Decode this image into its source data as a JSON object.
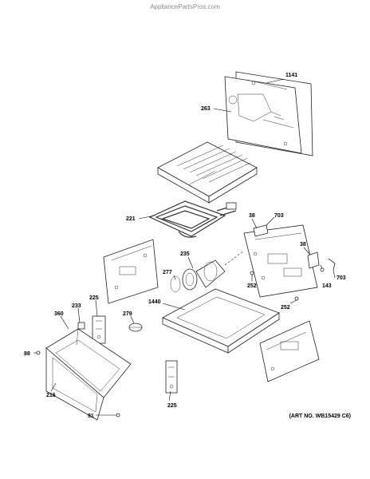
{
  "header": {
    "watermark": "AppliancePartsPros.com"
  },
  "footer": {
    "art_number": "(ART NO. WB15429 C6)"
  },
  "callouts": {
    "c1141": "1141",
    "c263": "263",
    "c221": "221",
    "c38a": "38",
    "c703a": "703",
    "c38b": "38",
    "c143": "143",
    "c703b": "703",
    "c235": "235",
    "c277": "277",
    "c252a": "252",
    "c1440": "1440",
    "c252b": "252",
    "c233": "233",
    "c225a": "225",
    "c360": "360",
    "c279": "279",
    "c88": "88",
    "c216": "216",
    "c225b": "225",
    "c91": "91"
  }
}
